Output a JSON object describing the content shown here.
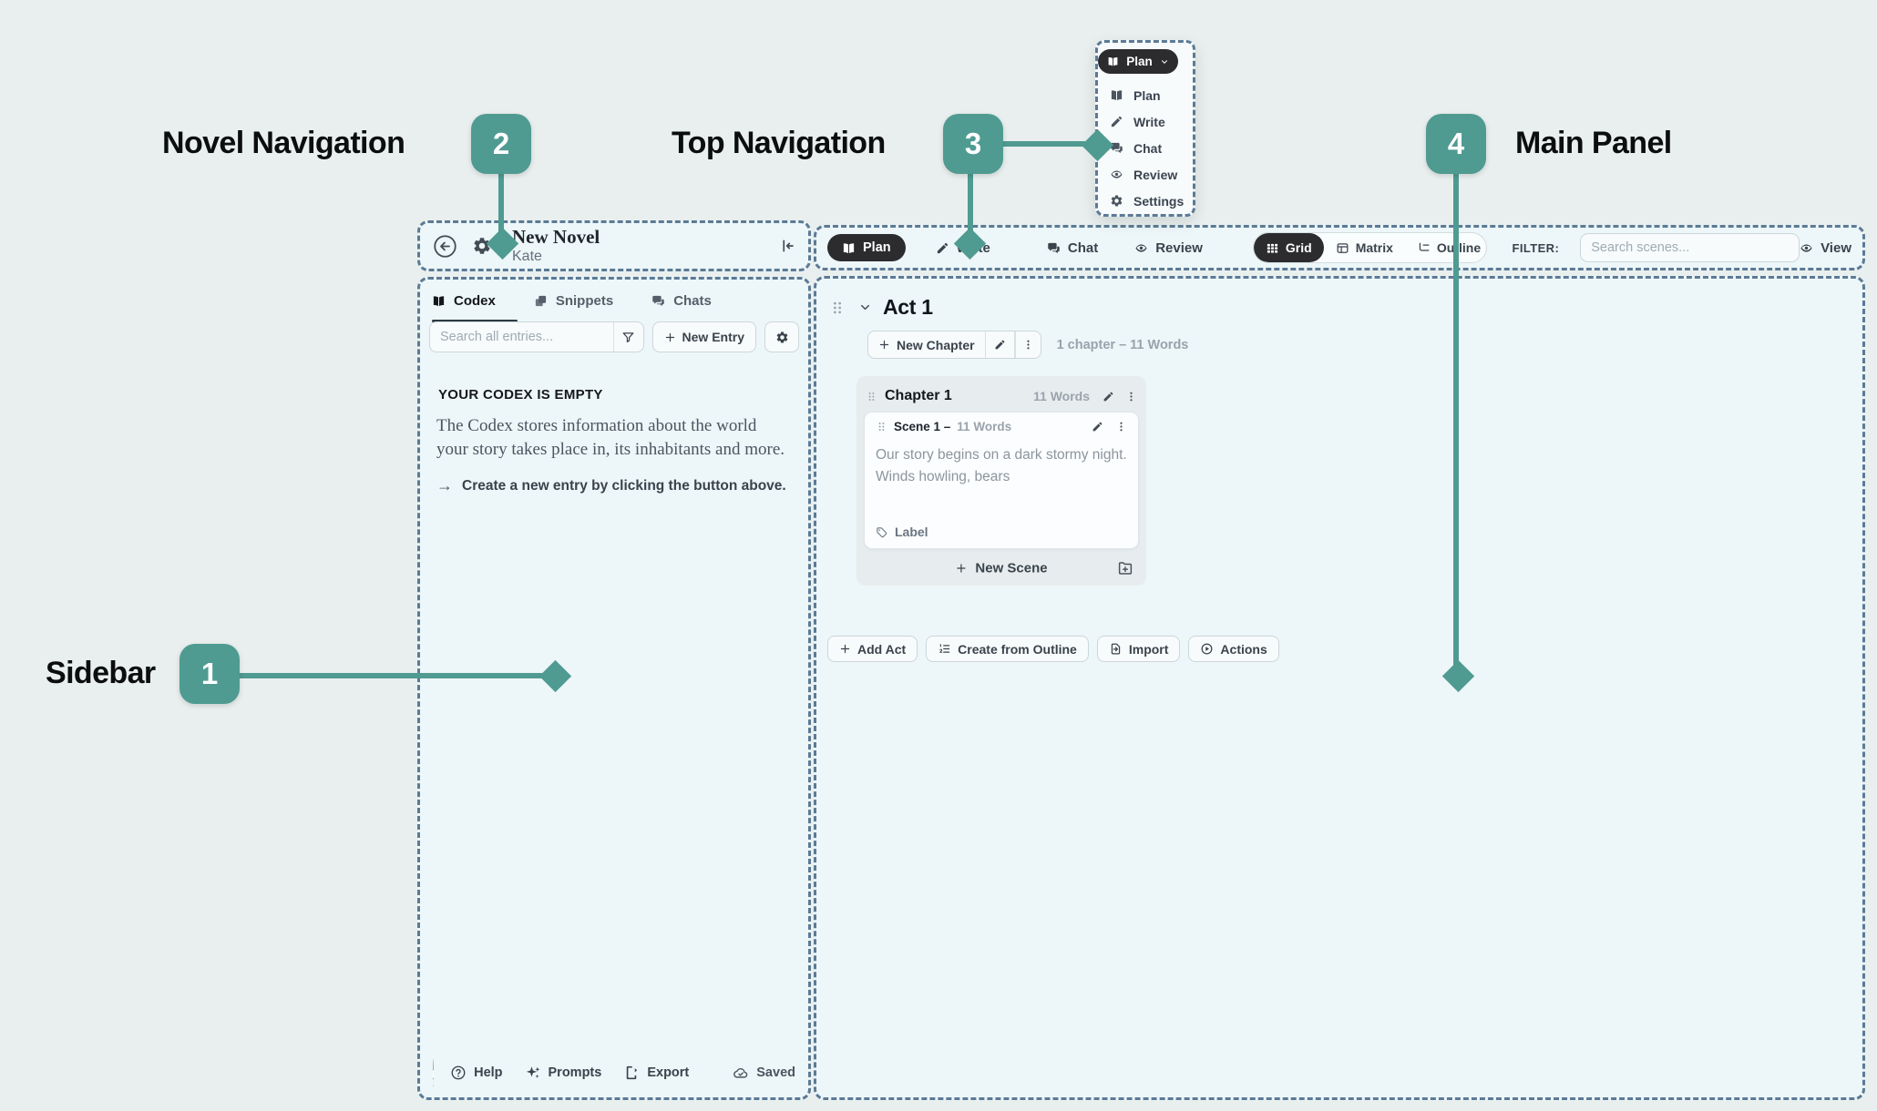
{
  "colors": {
    "accent_teal": "#4f9b92",
    "panel_dashed_border": "#5b7a96",
    "active_pill_dark": "#2c2c2f",
    "panel_background": "#edf6f8"
  },
  "annotations": {
    "sidebar": {
      "number": "1",
      "label": "Sidebar"
    },
    "novel_navigation": {
      "number": "2",
      "label": "Novel Navigation"
    },
    "top_navigation": {
      "number": "3",
      "label": "Top Navigation"
    },
    "main_panel": {
      "number": "4",
      "label": "Main Panel"
    }
  },
  "novel_nav": {
    "title": "New Novel",
    "subtitle": "Kate"
  },
  "sidebar": {
    "tabs": {
      "codex": "Codex",
      "snippets": "Snippets",
      "chats": "Chats"
    },
    "search_placeholder": "Search all entries...",
    "new_entry": "New Entry",
    "empty_title": "YOUR CODEX IS EMPTY",
    "empty_line1": "The Codex stores information about the world",
    "empty_line2": "your story takes place in, its inhabitants and more.",
    "empty_cta_arrow": "→",
    "empty_cta": "Create a new entry by clicking the button above.",
    "footer": {
      "help": "Help",
      "prompts": "Prompts",
      "export": "Export",
      "saved": "Saved"
    }
  },
  "top_nav": {
    "plan": "Plan",
    "write": "Write",
    "chat": "Chat",
    "review": "Review",
    "grid": "Grid",
    "matrix": "Matrix",
    "outline": "Outline",
    "filter_label": "FILTER:",
    "search_placeholder": "Search scenes...",
    "view": "View"
  },
  "mode_menu": {
    "button": "Plan",
    "items": {
      "plan": "Plan",
      "write": "Write",
      "chat": "Chat",
      "review": "Review",
      "settings": "Settings"
    }
  },
  "main_panel": {
    "act_title": "Act 1",
    "new_chapter": "New Chapter",
    "act_meta": "1 chapter  –  11 Words",
    "chapter_title": "Chapter 1",
    "chapter_words": "11 Words",
    "scene_title": "Scene 1 –",
    "scene_words": "11 Words",
    "scene_line1": "Our story begins on a dark stormy night.",
    "scene_line2": "Winds howling, bears",
    "scene_label": "Label",
    "new_scene": "New Scene",
    "add_act": "Add Act",
    "create_from_outline": "Create from Outline",
    "import": "Import",
    "actions": "Actions"
  }
}
